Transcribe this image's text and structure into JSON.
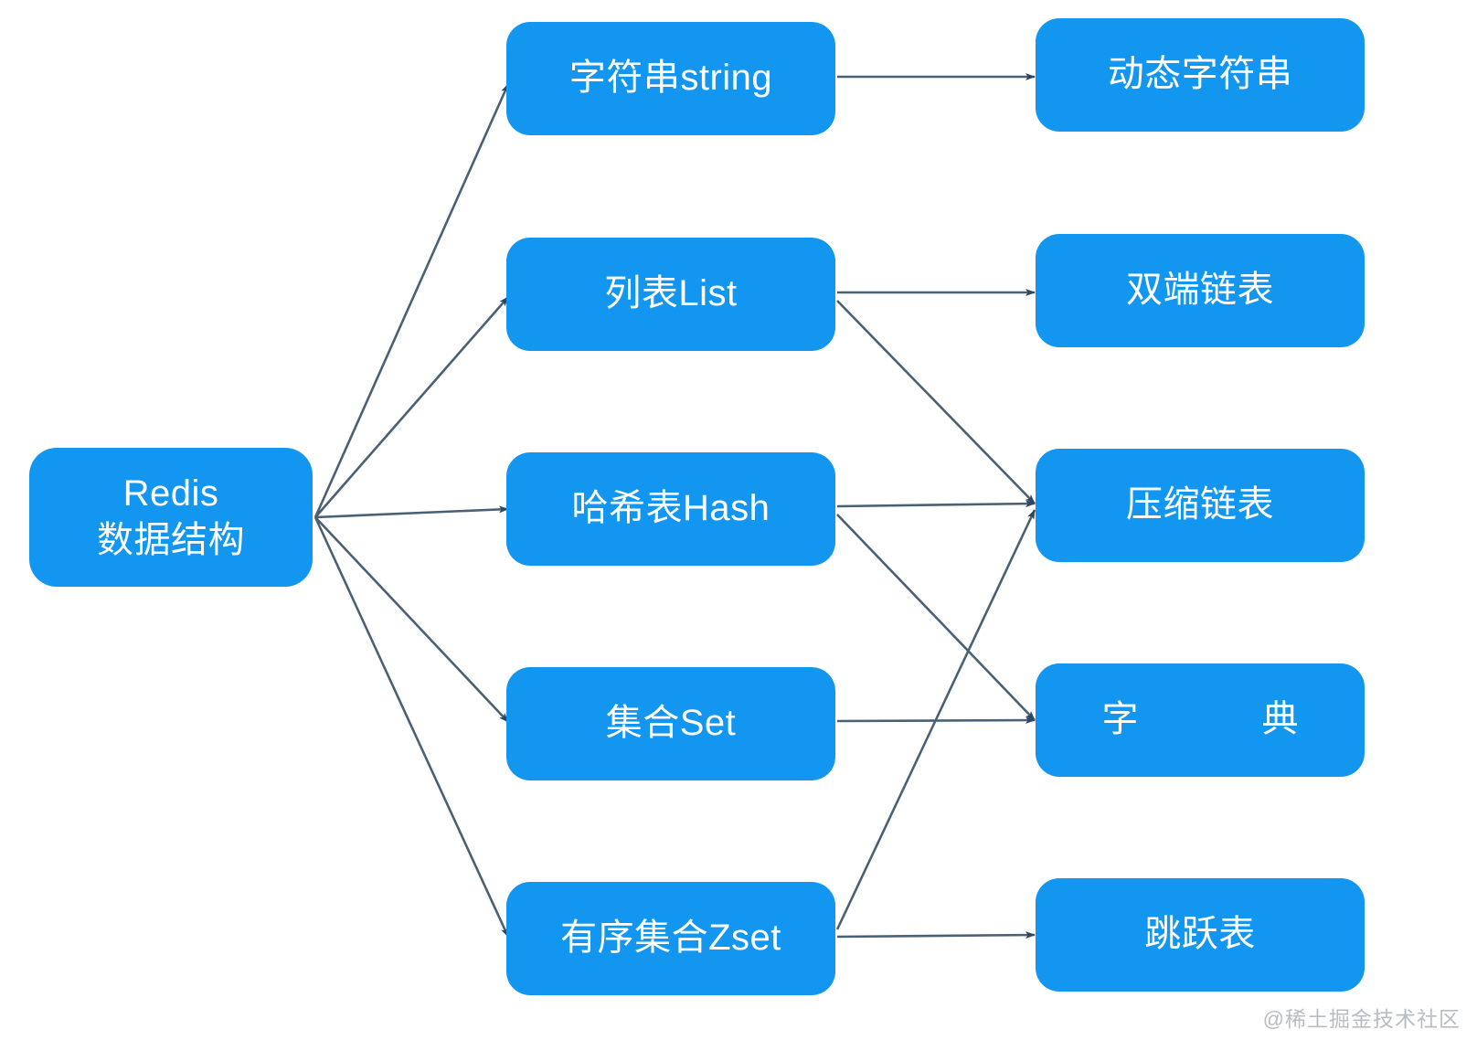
{
  "diagram": {
    "title": "Redis 数据结构",
    "type": "flowchart",
    "direction": "left-to-right",
    "colors": {
      "node_fill": "#1296f0",
      "node_text": "#ffffff",
      "edge_stroke": "#4a6075",
      "background": "#ffffff",
      "watermark_text": "#b9bdc2"
    }
  },
  "nodes": {
    "root": {
      "label": "Redis\n数据结构"
    },
    "middle": [
      {
        "id": "string",
        "label": "字符串string"
      },
      {
        "id": "list",
        "label": "列表List"
      },
      {
        "id": "hash",
        "label": "哈希表Hash"
      },
      {
        "id": "set",
        "label": "集合Set"
      },
      {
        "id": "zset",
        "label": "有序集合Zset"
      }
    ],
    "right": [
      {
        "id": "sds",
        "label": "动态字符串"
      },
      {
        "id": "deque",
        "label": "双端链表"
      },
      {
        "id": "ziplist",
        "label": "压缩链表"
      },
      {
        "id": "dict",
        "label": "字 典"
      },
      {
        "id": "skiplist",
        "label": "跳跃表"
      }
    ]
  },
  "edges": [
    {
      "from": "root",
      "to": "string"
    },
    {
      "from": "root",
      "to": "list"
    },
    {
      "from": "root",
      "to": "hash"
    },
    {
      "from": "root",
      "to": "set"
    },
    {
      "from": "root",
      "to": "zset"
    },
    {
      "from": "string",
      "to": "sds"
    },
    {
      "from": "list",
      "to": "deque"
    },
    {
      "from": "list",
      "to": "ziplist"
    },
    {
      "from": "hash",
      "to": "ziplist"
    },
    {
      "from": "hash",
      "to": "dict"
    },
    {
      "from": "set",
      "to": "dict"
    },
    {
      "from": "zset",
      "to": "ziplist"
    },
    {
      "from": "zset",
      "to": "skiplist"
    }
  ],
  "watermark": {
    "text": "@稀土掘金技术社区"
  }
}
